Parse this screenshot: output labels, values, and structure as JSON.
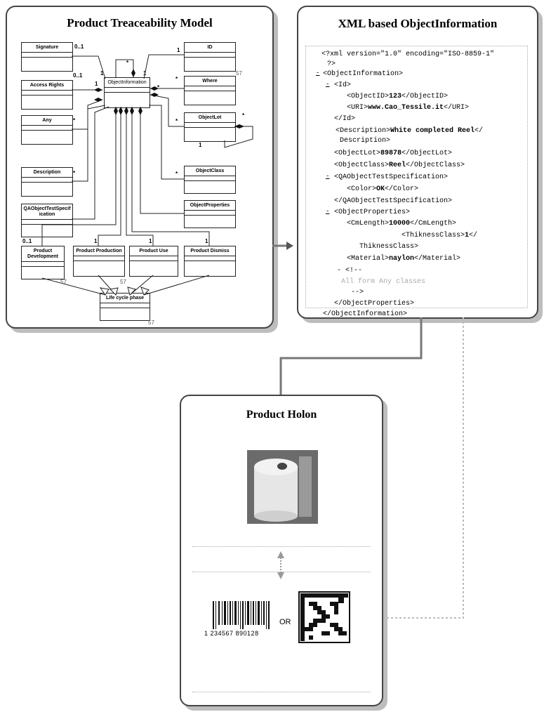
{
  "left_panel": {
    "title": "Product Treaceability Model",
    "classes": {
      "signature": "Signature",
      "access_rights": "Access Rights",
      "any": "Any",
      "description": "Description",
      "qa_spec": "QAObjectTestSpecification",
      "product_development": "Product Development",
      "product_production": "Product Production",
      "product_use": "Product Use",
      "product_dismiss": "Product Dismiss",
      "life_cycle_phase": "Life cycle phase",
      "object_information": "ObjectInformation",
      "id": "ID",
      "where": "Where",
      "object_lot": "ObjectLot",
      "object_class": "ObjectClass",
      "object_properties": "ObjectProperties"
    },
    "multiplicities": {
      "zero_one": "0..1",
      "one": "1",
      "many": "*"
    }
  },
  "right_panel": {
    "title": "XML based ObjectInformation"
  },
  "holon_panel": {
    "title": "Product Holon",
    "or_label": "OR",
    "barcode_digits": "1 234567 890128"
  }
}
